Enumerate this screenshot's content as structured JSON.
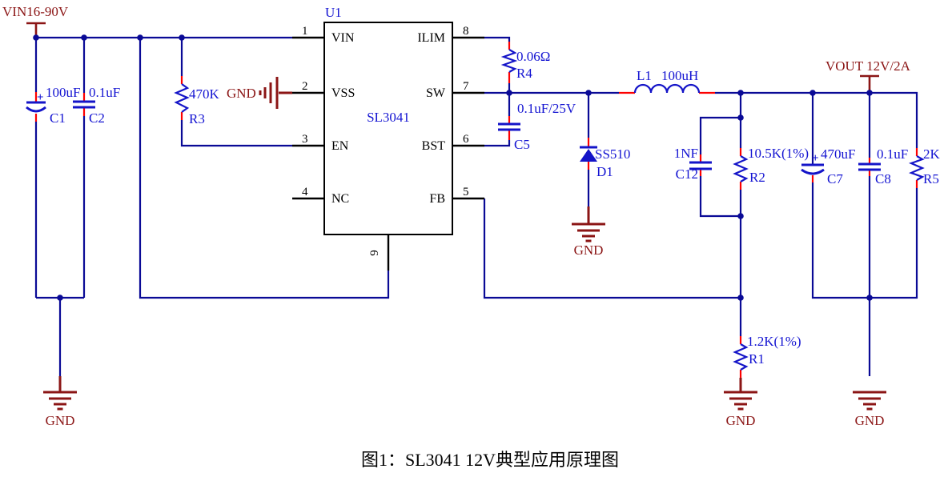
{
  "caption": {
    "text": "图1：SL3041 12V典型应用原理图"
  },
  "power": {
    "vin_label": "VIN16-90V",
    "vout_label": "VOUT 12V/2A",
    "gnd_label": "GND"
  },
  "ic": {
    "designator": "U1",
    "part_number": "SL3041",
    "pins": {
      "p1": {
        "num": "1",
        "name": "VIN"
      },
      "p2": {
        "num": "2",
        "name": "VSS"
      },
      "p3": {
        "num": "3",
        "name": "EN"
      },
      "p4": {
        "num": "4",
        "name": "NC"
      },
      "p5": {
        "num": "5",
        "name": "FB"
      },
      "p6": {
        "num": "6",
        "name": "BST"
      },
      "p7": {
        "num": "7",
        "name": "SW"
      },
      "p8": {
        "num": "8",
        "name": "ILIM"
      },
      "p9": {
        "num": "9"
      }
    }
  },
  "components": {
    "C1": {
      "designator": "C1",
      "value": "100uF",
      "polarity": "+"
    },
    "C2": {
      "designator": "C2",
      "value": "0.1uF"
    },
    "R3": {
      "designator": "R3",
      "value": "470K"
    },
    "R4": {
      "designator": "R4",
      "value": "0.06Ω"
    },
    "C5": {
      "designator": "C5",
      "value": "0.1uF/25V"
    },
    "D1": {
      "designator": "D1",
      "value": "SS510"
    },
    "L1": {
      "designator": "L1",
      "value": "100uH"
    },
    "C12": {
      "designator": "C12",
      "value": "1NF"
    },
    "R2": {
      "designator": "R2",
      "value": "10.5K(1%)"
    },
    "R1": {
      "designator": "R1",
      "value": "1.2K(1%)"
    },
    "C7": {
      "designator": "C7",
      "value": "470uF",
      "polarity": "+"
    },
    "C8": {
      "designator": "C8",
      "value": "0.1uF"
    },
    "R5": {
      "designator": "R5",
      "value": "2K"
    }
  },
  "colors": {
    "wire_blue": "#0a0a96",
    "component_blue": "#1414c8",
    "label_blue": "#1414d2",
    "lead_red": "#fc0000",
    "ground_maroon": "#8b1515",
    "pin_black": "#000000",
    "background": "#ffffff"
  }
}
